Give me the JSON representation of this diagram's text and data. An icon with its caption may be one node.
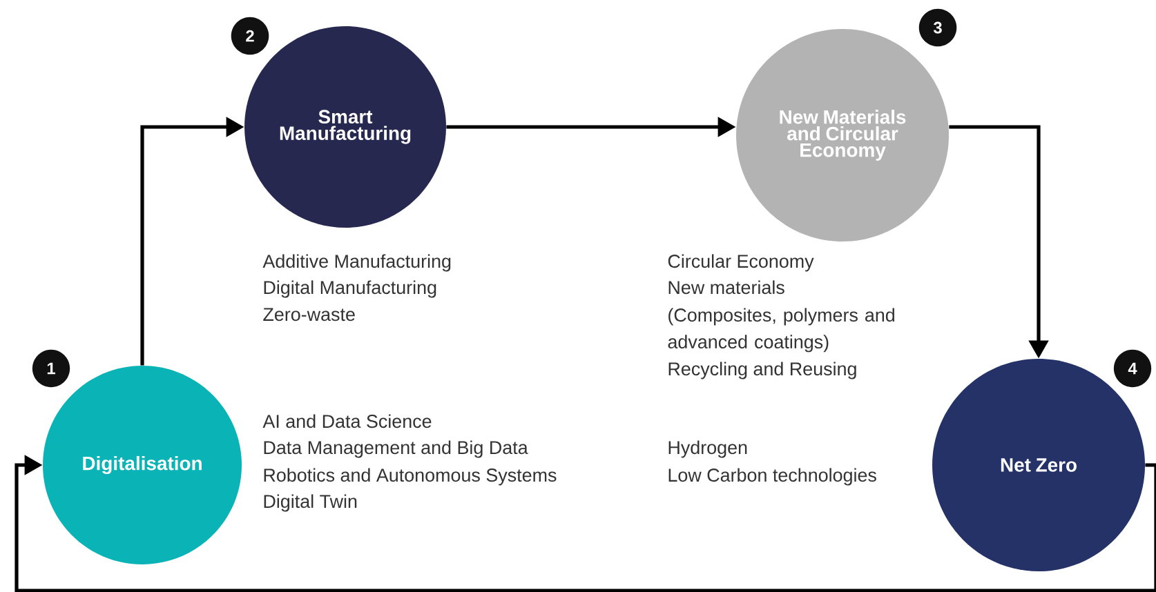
{
  "diagram": {
    "nodes": [
      {
        "text": [
          "Digitalisation"
        ]
      },
      {
        "text": [
          "Smart Manufacturing"
        ]
      },
      {
        "text": [
          "New Materials and Circular Economy"
        ]
      },
      {
        "text": [
          "Net Zero"
        ]
      },
      {
        "text": [
          "1"
        ]
      },
      {
        "text": [
          "2"
        ]
      },
      {
        "text": [
          "3"
        ]
      },
      {
        "text": [
          "4"
        ]
      }
    ],
    "edges": [
      {
        "from": 0,
        "to": 1,
        "arrow": "to"
      },
      {
        "from": 1,
        "to": 2,
        "arrow": "to"
      },
      {
        "from": 2,
        "to": 3,
        "arrow": "to"
      },
      {
        "from": 3,
        "to": 0,
        "arrow": "to"
      }
    ],
    "labels": [
      "Additive Manufacturing",
      "Digital Manufacturing",
      "Zero-waste",
      "Circular Economy",
      "New materials",
      "(Composites, polymers and advanced coatings)",
      "Recycling and Reusing",
      "AI and Data Science",
      "Data Management and Big Data",
      "Robotics and Autonomous Systems",
      "Digital Twin",
      "Hydrogen",
      "Low Carbon technologies"
    ]
  }
}
